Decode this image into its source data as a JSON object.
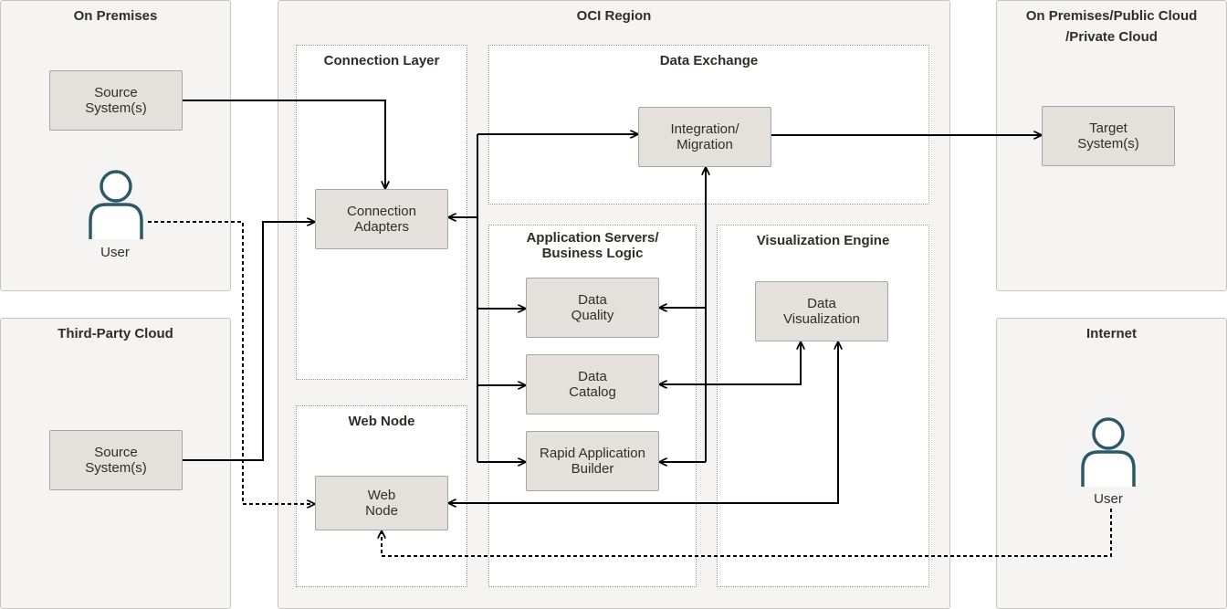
{
  "regions": {
    "on_premises": "On Premises",
    "third_party_cloud": "Third-Party Cloud",
    "oci_region": "OCI Region",
    "target_cloud": "On Premises/Public Cloud\n/Private Cloud",
    "internet": "Internet"
  },
  "subregions": {
    "connection_layer": "Connection Layer",
    "web_node": "Web Node",
    "data_exchange": "Data Exchange",
    "app_servers": "Application Servers/\nBusiness Logic",
    "visualization_engine": "Visualization Engine"
  },
  "nodes": {
    "source_onprem": "Source\nSystem(s)",
    "source_thirdparty": "Source\nSystem(s)",
    "connection_adapters": "Connection\nAdapters",
    "web_node": "Web\nNode",
    "integration_migration": "Integration/\nMigration",
    "data_quality": "Data\nQuality",
    "data_catalog": "Data\nCatalog",
    "rapid_app_builder": "Rapid Application\nBuilder",
    "data_visualization": "Data\nVisualization",
    "target_systems": "Target\nSystem(s)"
  },
  "users": {
    "onprem_user": "User",
    "internet_user": "User"
  },
  "colors": {
    "region_fill": "#f5f4f2",
    "node_fill": "#e4e1dc",
    "user_icon": "#2c5967",
    "line": "#000000"
  }
}
